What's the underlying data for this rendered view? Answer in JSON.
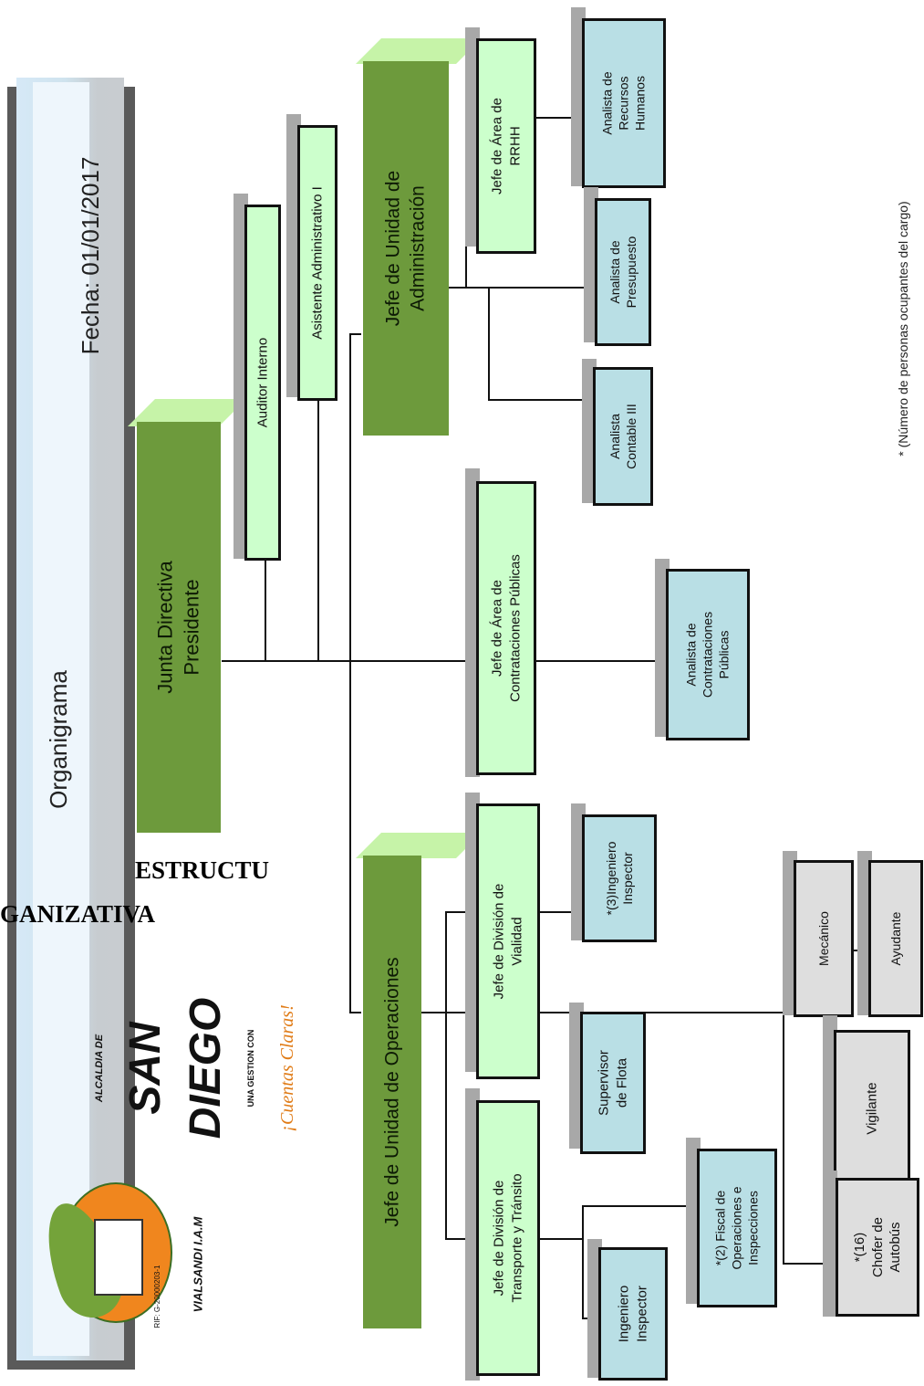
{
  "header": {
    "title": "Organigrama",
    "date": "Fecha: 01/01/2017",
    "overlay_line1": "ESTRUCTU",
    "overlay_line2": "GANIZATIVA"
  },
  "logo": {
    "text_top": "ALCALDIA DE",
    "text_brand1": "SAN",
    "text_brand2": "DIEGO",
    "text_tagline": "UNA GESTION CON",
    "text_slogan": "¡Cuentas Claras!",
    "text_rif": "RIF: G-20000203-1",
    "text_maker": "VIALSANDI I.A.M"
  },
  "nodes": {
    "presidente": "Junta Directiva\nPresidente",
    "auditor": "Auditor Interno",
    "asistente": "Asistente Administrativo I",
    "jefe_admin": "Jefe de Unidad de\nAdministración",
    "jefe_rrhh": "Jefe de Área de\nRRHH",
    "analista_rrhh": "Analista de\nRecursos\nHumanos",
    "analista_presupuesto": "Analista de\nPresupuesto",
    "analista_contable": "Analista\nContable III",
    "jefe_contrataciones": "Jefe de Área de\nContrataciones Públicas",
    "analista_contrataciones": "Analista de\nContrataciones\nPúblicas",
    "jefe_operaciones": "Jefe de Unidad de Operaciones",
    "jefe_vialidad": "Jefe de División de\nVialidad",
    "ingeniero_inspector_3": "*(3)Ingeniero\nInspector",
    "mecanico": "Mecánico",
    "ayudante": "Ayudante",
    "supervisor_flota": "Supervisor\nde Flota",
    "vigilante": "Vigilante",
    "jefe_transporte": "Jefe de División de\nTransporte y Tránsito",
    "fiscal": "*(2) Fiscal de\nOperaciones e\nInspecciones",
    "chofer": "*(16)\nChofer de\nAutobús",
    "ingeniero_inspector": "Ingeniero\nInspector"
  },
  "footnote": "* (Número de personas ocupantes del cargo)"
}
